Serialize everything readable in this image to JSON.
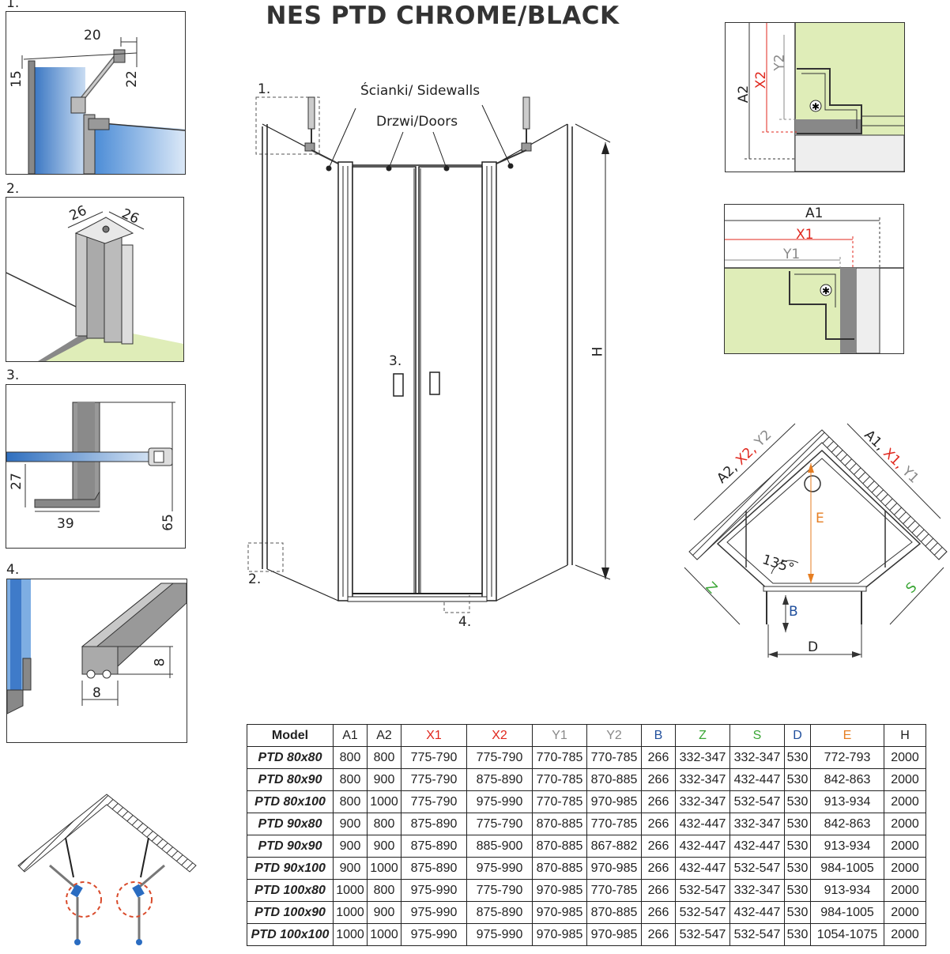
{
  "title": "NES PTD CHROME/BLACK",
  "panels": {
    "p1": {
      "num": "1.",
      "d20": "20",
      "d15": "15",
      "d22": "22"
    },
    "p2": {
      "num": "2.",
      "d26a": "26",
      "d26b": "26"
    },
    "p3": {
      "num": "3.",
      "d27": "27",
      "d39": "39",
      "d65": "65"
    },
    "p4": {
      "num": "4.",
      "d8a": "8",
      "d8b": "8"
    }
  },
  "front": {
    "sidewalls": "Ścianki/ Sidewalls",
    "doors": "Drzwi/Doors",
    "c1": "1.",
    "c2": "2.",
    "c3": "3.",
    "c4": "4.",
    "h": "H"
  },
  "detail_top": {
    "a2": "A2",
    "x2": "X2",
    "y2": "Y2"
  },
  "detail_mid": {
    "a1": "A1",
    "x1": "X1",
    "y1": "Y1"
  },
  "plan": {
    "left_a": "A2,",
    "left_x": "X2,",
    "left_y": "Y2",
    "right_a": "A1,",
    "right_x": "X1,",
    "right_y": "Y1",
    "e": "E",
    "angle": "135°",
    "z": "Z",
    "s": "S",
    "b": "B",
    "d": "D"
  },
  "colors": {
    "red": "#e0271d",
    "blue": "#1f4e9c",
    "green": "#3aa635",
    "orange": "#e67e22",
    "gray": "#888888",
    "panel_green": "#dfedb8"
  },
  "table": {
    "headers": [
      "Model",
      "A1",
      "A2",
      "X1",
      "X2",
      "Y1",
      "Y2",
      "B",
      "Z",
      "S",
      "D",
      "E",
      "H"
    ],
    "rows": [
      [
        "PTD 80x80",
        "800",
        "800",
        "775-790",
        "775-790",
        "770-785",
        "770-785",
        "266",
        "332-347",
        "332-347",
        "530",
        "772-793",
        "2000"
      ],
      [
        "PTD 80x90",
        "800",
        "900",
        "775-790",
        "875-890",
        "770-785",
        "870-885",
        "266",
        "332-347",
        "432-447",
        "530",
        "842-863",
        "2000"
      ],
      [
        "PTD 80x100",
        "800",
        "1000",
        "775-790",
        "975-990",
        "770-785",
        "970-985",
        "266",
        "332-347",
        "532-547",
        "530",
        "913-934",
        "2000"
      ],
      [
        "PTD 90x80",
        "900",
        "800",
        "875-890",
        "775-790",
        "870-885",
        "770-785",
        "266",
        "432-447",
        "332-347",
        "530",
        "842-863",
        "2000"
      ],
      [
        "PTD 90x90",
        "900",
        "900",
        "875-890",
        "885-900",
        "870-885",
        "867-882",
        "266",
        "432-447",
        "432-447",
        "530",
        "913-934",
        "2000"
      ],
      [
        "PTD 90x100",
        "900",
        "1000",
        "875-890",
        "975-990",
        "870-885",
        "970-985",
        "266",
        "432-447",
        "532-547",
        "530",
        "984-1005",
        "2000"
      ],
      [
        "PTD 100x80",
        "1000",
        "800",
        "975-990",
        "775-790",
        "970-985",
        "770-785",
        "266",
        "532-547",
        "332-347",
        "530",
        "913-934",
        "2000"
      ],
      [
        "PTD 100x90",
        "1000",
        "900",
        "975-990",
        "875-890",
        "970-985",
        "870-885",
        "266",
        "532-547",
        "432-447",
        "530",
        "984-1005",
        "2000"
      ],
      [
        "PTD 100x100",
        "1000",
        "1000",
        "975-990",
        "975-990",
        "970-985",
        "970-985",
        "266",
        "532-547",
        "532-547",
        "530",
        "1054-1075",
        "2000"
      ]
    ]
  }
}
